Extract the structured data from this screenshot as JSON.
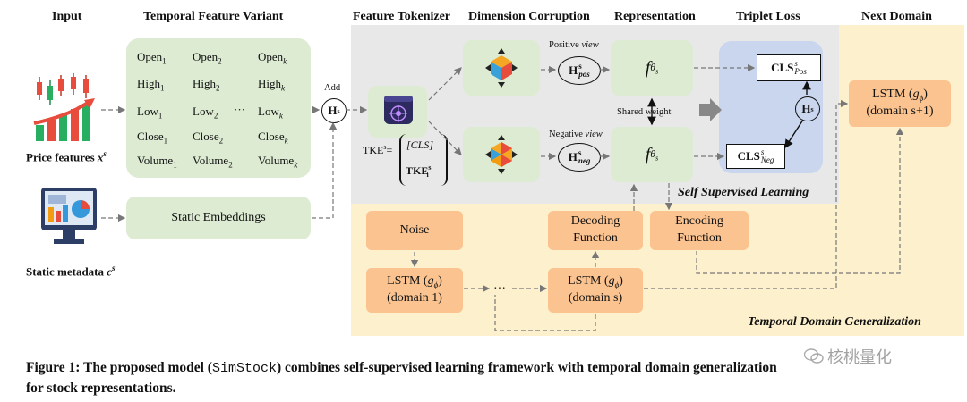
{
  "headers": {
    "input": "Input",
    "temporal_feature_variant": "Temporal Feature Variant",
    "feature_tokenizer": "Feature Tokenizer",
    "dimension_corruption": "Dimension Corruption",
    "representation": "Representation",
    "triplet_loss": "Triplet Loss",
    "next_domain": "Next Domain"
  },
  "input": {
    "price_features_label": "Price features",
    "price_features_symbol": "x",
    "price_features_sup": "s",
    "static_metadata_label": "Static metadata",
    "static_metadata_symbol": "c",
    "static_metadata_sup": "s"
  },
  "features": {
    "col1": [
      "Open1",
      "High1",
      "Low1",
      "Close1",
      "Volume1"
    ],
    "col2": [
      "Open2",
      "High2",
      "Low2",
      "Close2",
      "Volume2"
    ],
    "col3": [
      "Openk",
      "Highk",
      "Lowk",
      "Closek",
      "Volumek"
    ],
    "col1_base": [
      "Open",
      "High",
      "Low",
      "Close",
      "Volume"
    ],
    "col1_sub": "1",
    "col2_sub": "2",
    "col3_sub": "k",
    "ellipsis": "···"
  },
  "static_embeddings": "Static Embeddings",
  "add_label": "Add",
  "h_symbol": "H",
  "h_sup": "s",
  "tke": {
    "prefix": "TKE",
    "sup": "s",
    "eq": "=",
    "cls": "[CLS]",
    "tke_i": "TKE",
    "tke_i_sup": "s",
    "tke_i_sub": "i"
  },
  "views": {
    "positive_label": "Positive",
    "negative_label": "Negative",
    "view_word": "view",
    "pos_sub": "pos",
    "neg_sub": "neg"
  },
  "representation": {
    "f_symbol": "f",
    "theta": "θ",
    "theta_sub": "s",
    "shared_weight": "Shared weight"
  },
  "triplet": {
    "cls": "CLS",
    "pos_sub": "Pos",
    "neg_sub": "Neg",
    "sup": "s"
  },
  "ssl_label": "Self Supervised Learning",
  "tdg_label": "Temporal Domain Generalization",
  "tdg": {
    "noise": "Noise",
    "lstm1_line1": "LSTM (",
    "g_phi": "g",
    "phi": "ϕ",
    "lstm1_line2": "(domain 1)",
    "dots": "···",
    "lstms_line2": "(domain s)",
    "decoding_line1": "Decoding",
    "decoding_line2": "Function",
    "encoding_line1": "Encoding",
    "encoding_line2": "Function"
  },
  "next_domain_box": {
    "line2": "(domain s+1)"
  },
  "caption": "Figure 1: The proposed model (SimStock) combines self-supervised learning framework with temporal domain generalization for stock representations.",
  "caption_parts": {
    "before": "Figure 1: The proposed model (",
    "model": "SimStock",
    "after": ") combines self-supervised learning framework with temporal domain generalization",
    "line2": "for stock representations."
  },
  "watermark": "核桃量化",
  "colors": {
    "green_box": "#dcebd2",
    "orange_box": "#fbc38f",
    "tdg_bg": "#fdf0cc",
    "ssl_bg": "#e8e8e8",
    "triplet_bg": "#c9d6ee"
  }
}
